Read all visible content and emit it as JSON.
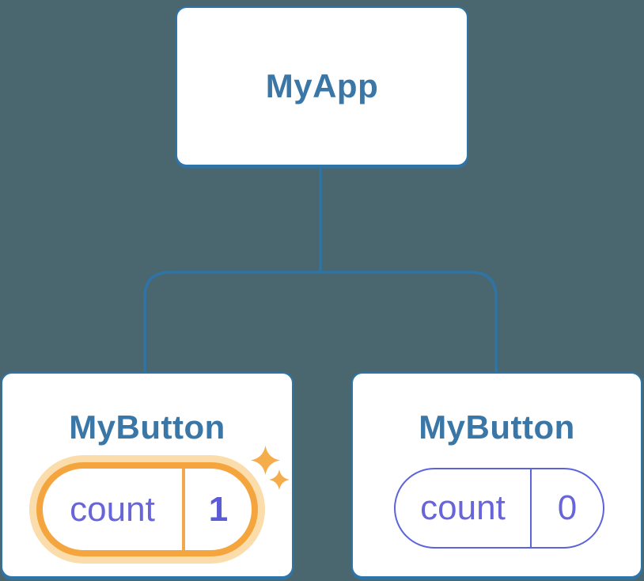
{
  "diagram": {
    "background_color": "#4A6770",
    "connector_color": "#2E74A6",
    "card_border_color": "#2E74A6",
    "title_color": "#3A76A6",
    "state_label_color": "#6765D9",
    "state_value_color": "#5B5BD6",
    "highlight_ring_color": "#F4A53E",
    "highlight_halo_color": "#FBDCAB",
    "pill_border_color": "#5C64DB",
    "sparkle_color": "#F5AC4A",
    "root": {
      "title": "MyApp"
    },
    "children": [
      {
        "title": "MyButton",
        "highlighted": true,
        "state_pill": {
          "label": "count",
          "value": "1"
        }
      },
      {
        "title": "MyButton",
        "highlighted": false,
        "state_pill": {
          "label": "count",
          "value": "0"
        }
      }
    ]
  }
}
